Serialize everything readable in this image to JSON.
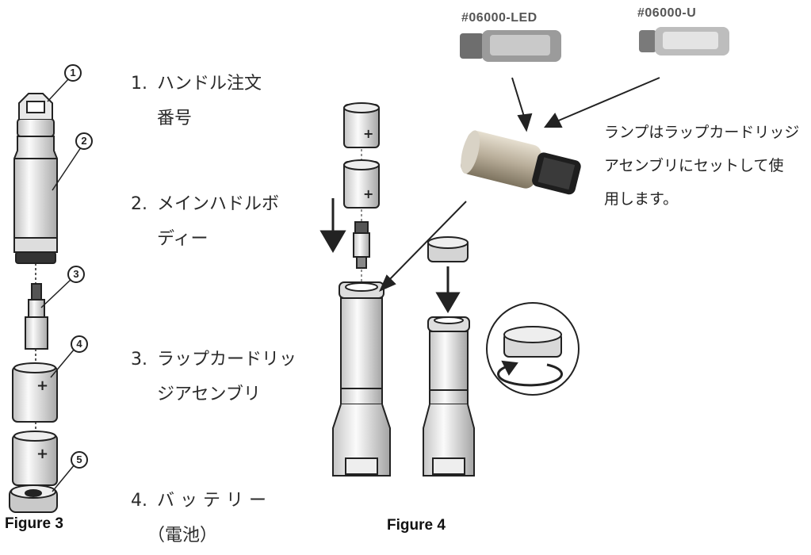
{
  "figure3": {
    "caption": "Figure 3",
    "callouts": [
      "1",
      "2",
      "3",
      "4",
      "5"
    ]
  },
  "parts_list": [
    {
      "num": "1.",
      "lines": [
        "ハンドル注文",
        "番号"
      ]
    },
    {
      "num": "2.",
      "lines": [
        "メインハドルボ",
        "ディー"
      ]
    },
    {
      "num": "3.",
      "lines": [
        "ラップカードリッ",
        "ジアセンブリ"
      ]
    },
    {
      "num": "4.",
      "lines": [
        "バ ッ テ リ ー",
        "（電池）"
      ]
    }
  ],
  "figure4": {
    "caption": "Figure 4"
  },
  "lamps": {
    "led_code": "#06000-LED",
    "u_code": "#06000-U"
  },
  "note": {
    "lines": [
      "ランプはラップカードリッジ",
      "アセンブリにセットして使",
      "用します。"
    ]
  }
}
